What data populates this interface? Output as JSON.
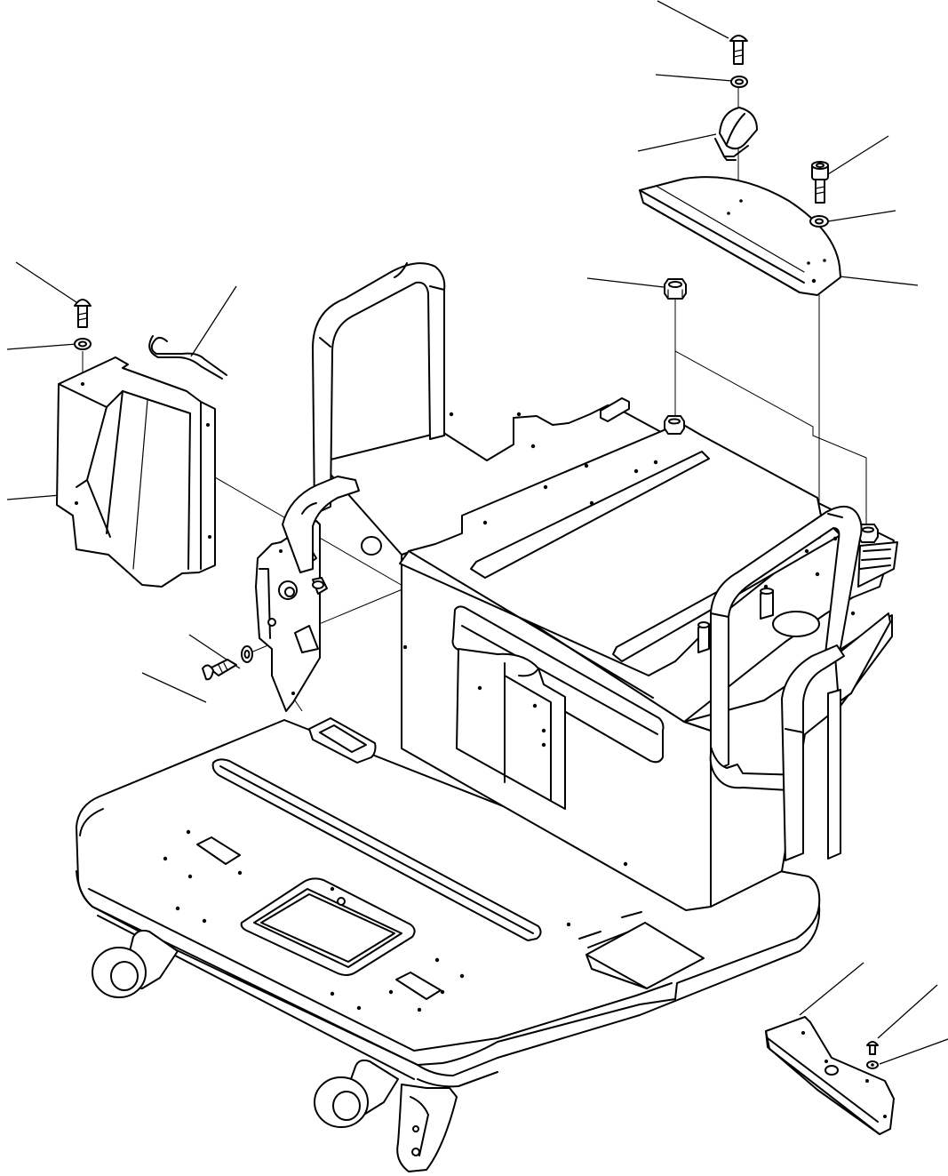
{
  "diagram": {
    "background": "#ffffff",
    "line_color": "#000000",
    "parts": [
      "upper-bolt",
      "upper-washer",
      "spring-clip",
      "mounting-bracket",
      "bracket-cap-screw",
      "bracket-washer",
      "flange-nut",
      "left-bolt",
      "left-washer",
      "wire-clip",
      "side-cover",
      "side-bolt",
      "side-washer",
      "hinge-plate",
      "operator-platform",
      "rollover-handle-left",
      "rollover-handle-right",
      "seat-base-box",
      "lower-bracket",
      "lower-bolt",
      "lower-washer"
    ]
  }
}
